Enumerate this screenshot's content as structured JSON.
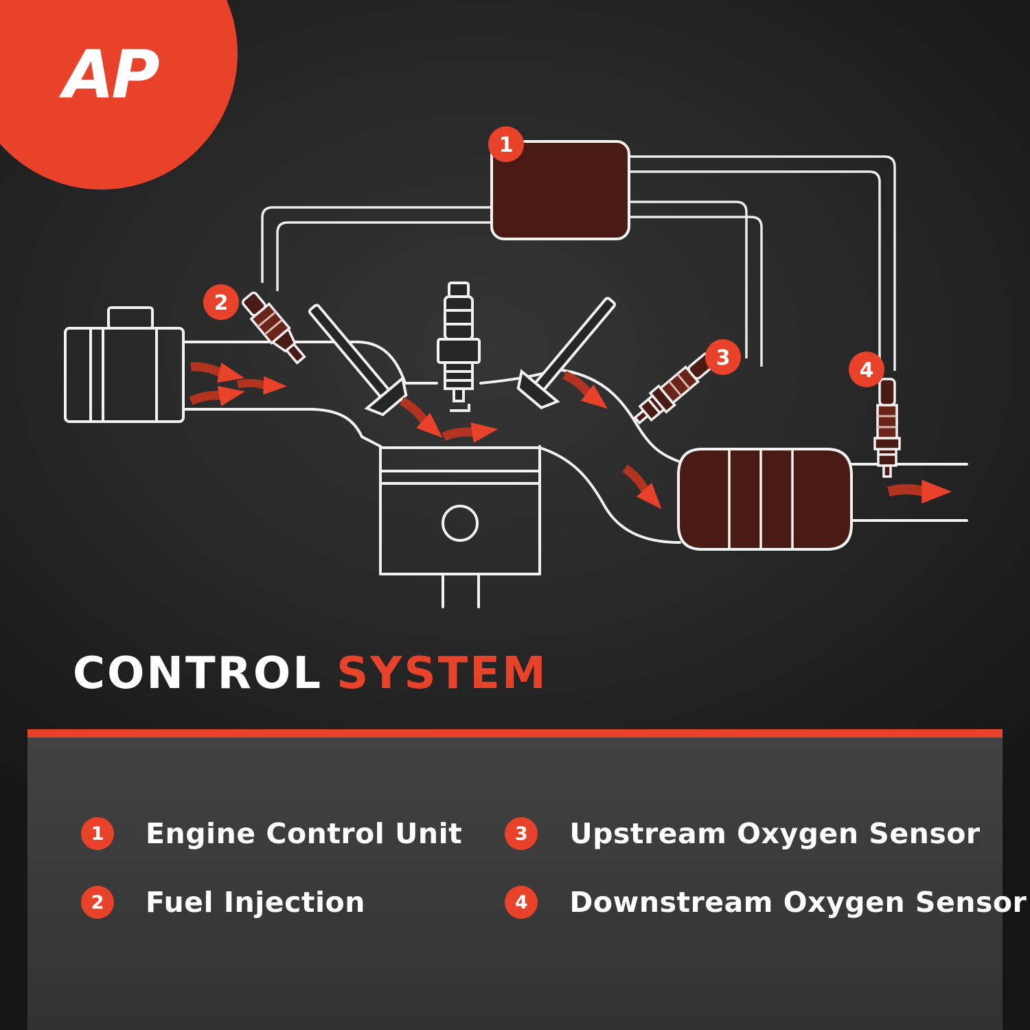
{
  "brand": {
    "logo_text": "AP"
  },
  "title": {
    "main": "CONTROL",
    "accent": "SYSTEM"
  },
  "colors": {
    "accent": "#e8432a",
    "background": "#262626",
    "panel": "#3d3d3d",
    "component_fill": "#4a1b15",
    "line": "#f2f2f2"
  },
  "diagram": {
    "badges": [
      {
        "number": "1",
        "part": "engine-control-unit"
      },
      {
        "number": "2",
        "part": "fuel-injection"
      },
      {
        "number": "3",
        "part": "upstream-oxygen-sensor"
      },
      {
        "number": "4",
        "part": "downstream-oxygen-sensor"
      }
    ]
  },
  "legend": {
    "items": [
      {
        "number": "1",
        "label": "Engine Control Unit"
      },
      {
        "number": "2",
        "label": "Fuel Injection"
      },
      {
        "number": "3",
        "label": "Upstream Oxygen Sensor"
      },
      {
        "number": "4",
        "label": "Downstream Oxygen Sensor"
      }
    ]
  }
}
